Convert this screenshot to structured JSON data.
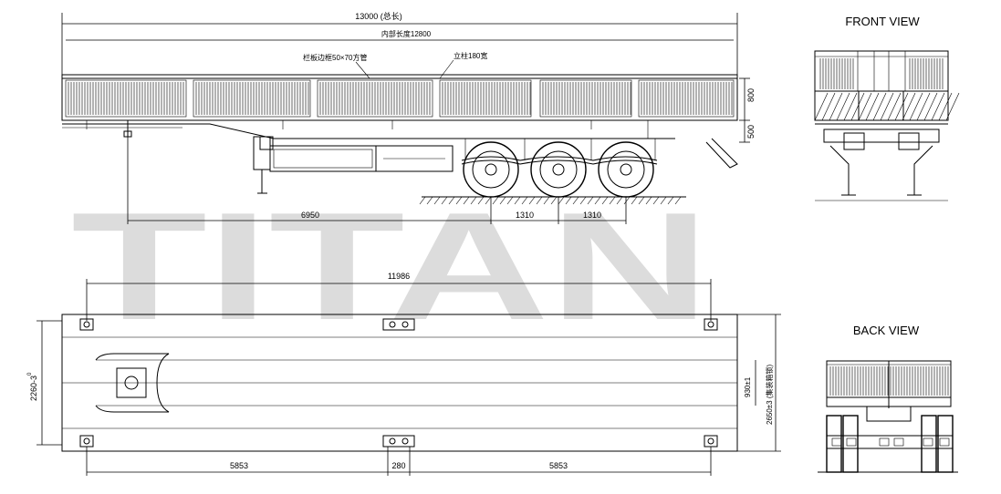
{
  "watermark": "TITAN",
  "views": {
    "front": "FRONT VIEW",
    "back": "BACK VIEW"
  },
  "side_view": {
    "overall_length": "13000 (总长)",
    "inner_length": "内部长度12800",
    "side_board_note": "栏板边框50×70方管",
    "pillar_note": "立柱180宽",
    "height_upper": "800",
    "height_lower": "500",
    "dim_kingpin_to_axle": "6950",
    "dim_axle_spacing_1": "1310",
    "dim_axle_spacing_2": "1310"
  },
  "top_view": {
    "twistlock_span": "11986",
    "width_outer": "2260-3",
    "width_outer_superscript": "0",
    "width_inner_frame": "930±1",
    "width_inner_label": "2650±3 (集装箱锁)",
    "dim_left": "5853",
    "dim_mid": "280",
    "dim_right": "5853"
  }
}
